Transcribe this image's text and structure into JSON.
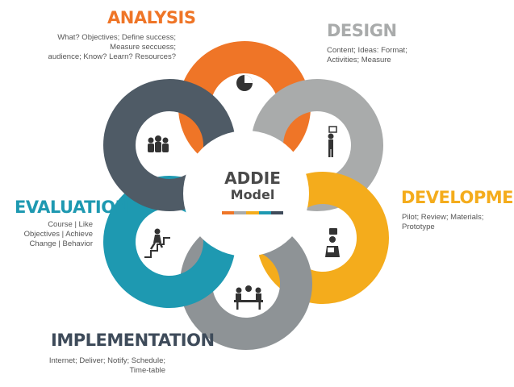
{
  "center": {
    "title": "ADDIE",
    "subtitle": "Model"
  },
  "phases": {
    "analysis": {
      "title": "ANALYSIS",
      "color": "#EF7527",
      "icon": "team-icon",
      "lines": [
        "What? Objectives; Define success;",
        "Measure seccuess;",
        "audience; Know? Learn? Resources?"
      ]
    },
    "design": {
      "title": "DESIGN",
      "color": "#A9ABAB",
      "icon": "presenter-icon",
      "lines": [
        "Content; Ideas: Format;",
        "Activities; Measure"
      ]
    },
    "development": {
      "title": "DEVELOPMENT",
      "color": "#F4AC1C",
      "icon": "reading-person-icon",
      "lines": [
        "Pilot; Review; Materials;",
        "Prototype"
      ]
    },
    "implementation": {
      "title": "IMPLEMENTATION",
      "color": "#3E4B5A",
      "icon": "meeting-table-icon",
      "lines": [
        "Internet; Deliver; Notify; Schedule;",
        "Time-table"
      ]
    },
    "evaluation": {
      "title": "EVALUATION",
      "color": "#1E99B1",
      "icon": "stairs-climb-icon",
      "lines": [
        "Course | Like",
        "Objectives | Achieve",
        "Change | Behavior"
      ]
    }
  },
  "ring_colors": {
    "orange": "#EF7527",
    "light_gray": "#A9ABAB",
    "yellow": "#F4AC1C",
    "mid_gray": "#8E9396",
    "teal": "#1E99B1",
    "dark_slate": "#4F5B66"
  },
  "bar_colors": [
    "#EF7527",
    "#A9ABAB",
    "#F4AC1C",
    "#1E99B1",
    "#3E4B5A"
  ],
  "pie_icon": "pie-chart-icon"
}
